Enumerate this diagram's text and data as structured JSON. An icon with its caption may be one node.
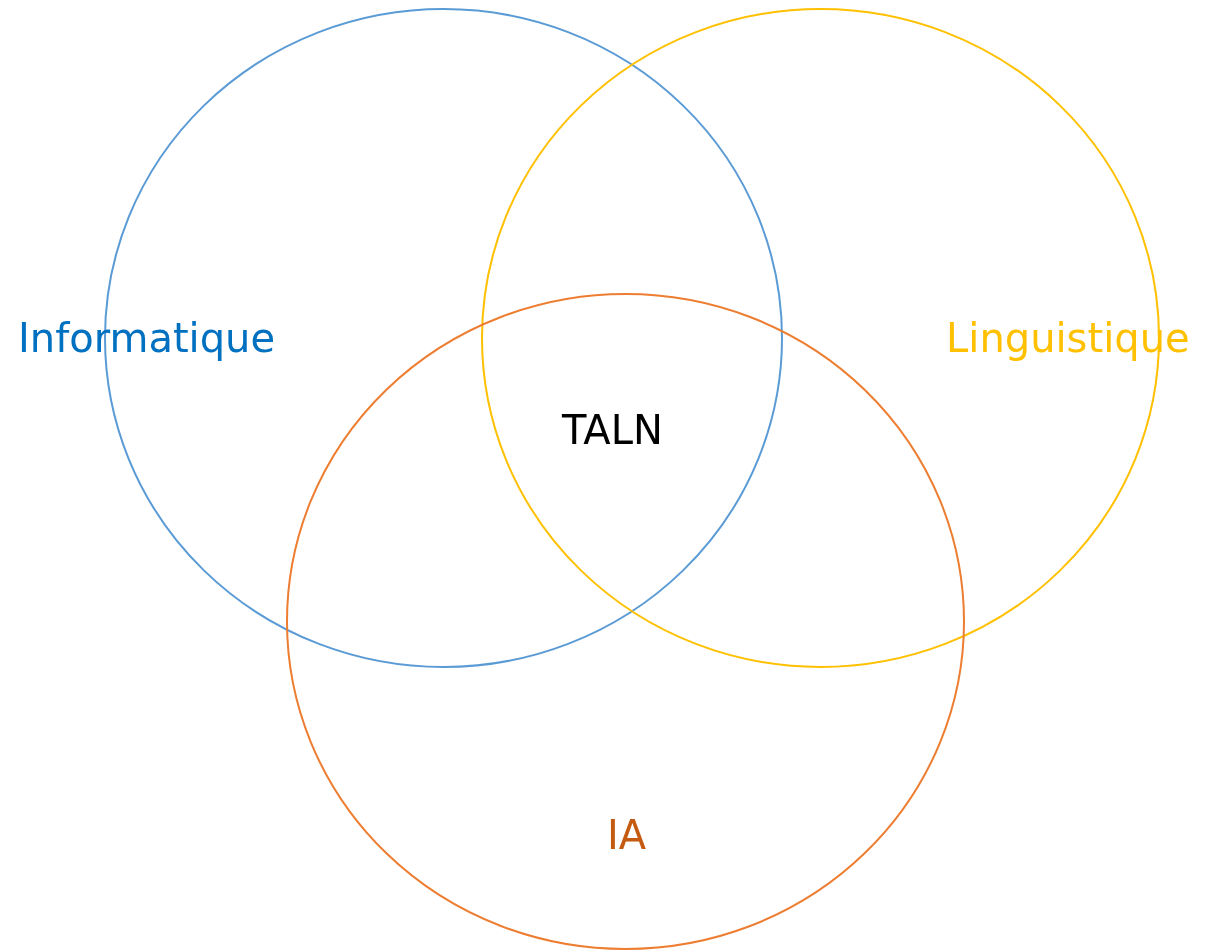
{
  "diagram": {
    "nodes": [
      {
        "text": [
          "Informatique"
        ]
      },
      {
        "text": [
          "Linguistique"
        ]
      },
      {
        "text": [
          "IA"
        ]
      }
    ],
    "labels": [
      "TALN"
    ]
  }
}
